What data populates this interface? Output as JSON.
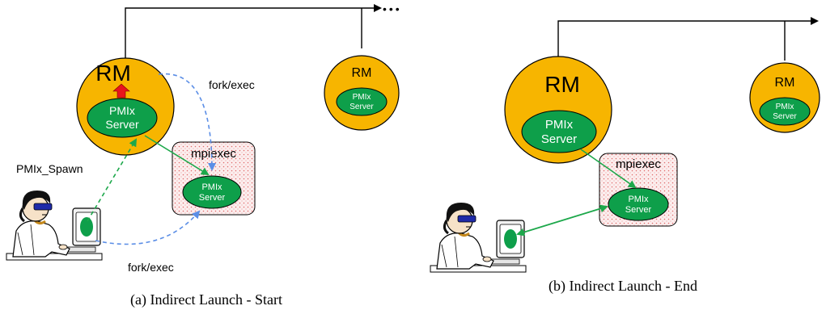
{
  "panel_a": {
    "rm_label": "RM",
    "pmix_server_line1": "PMIx",
    "pmix_server_line2": "Server",
    "remote_rm_label": "RM",
    "remote_server_line1": "PMIx",
    "remote_server_line2": "Server",
    "mpiexec_label": "mpiexec",
    "mpiexec_server_line1": "PMIx",
    "mpiexec_server_line2": "Server",
    "fork_exec_top": "fork/exec",
    "fork_exec_bottom": "fork/exec",
    "spawn_label": "PMIx_Spawn",
    "ellipsis": "•••",
    "caption": "(a) Indirect Launch - Start"
  },
  "panel_b": {
    "rm_label": "RM",
    "pmix_server_line1": "PMIx",
    "pmix_server_line2": "Server",
    "remote_rm_label": "RM",
    "remote_server_line1": "PMIx",
    "remote_server_line2": "Server",
    "mpiexec_label": "mpiexec",
    "mpiexec_server_line1": "PMIx",
    "mpiexec_server_line2": "Server",
    "caption": "(b) Indirect Launch - End"
  },
  "colors": {
    "rm_fill": "#F7B500",
    "server_fill": "#0E9F4A",
    "green_arrow": "#1DA84B",
    "blue_arrow": "#5B8EE6",
    "red_arrow": "#E8141C",
    "mpiexec_box": "#FCEEEE",
    "mpiexec_dots": "#E06A6A"
  }
}
